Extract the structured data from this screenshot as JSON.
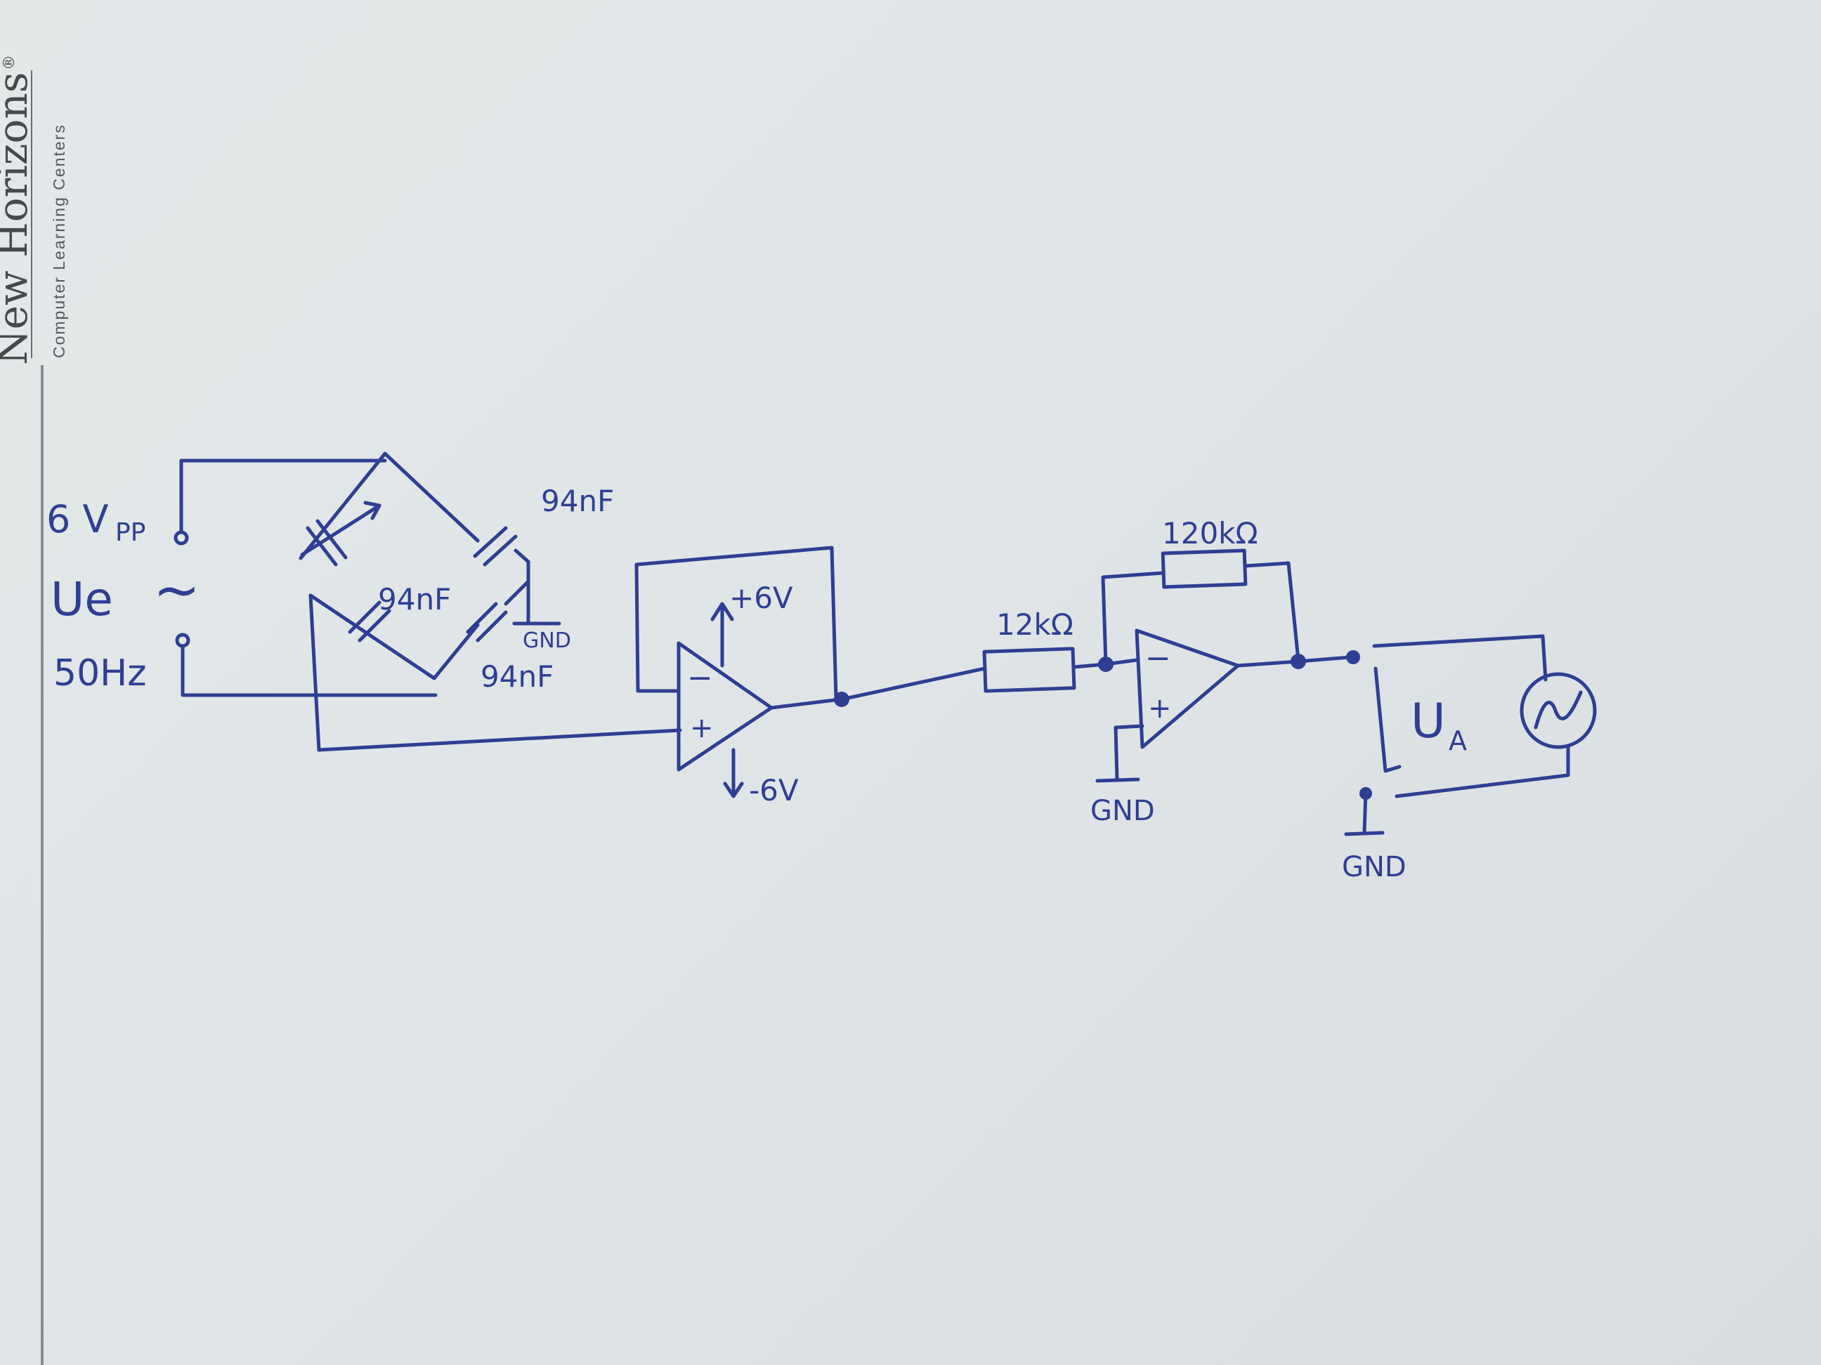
{
  "brand": {
    "name": "New Horizons",
    "registered": "®",
    "tagline": "Computer Learning Centers"
  },
  "schematic": {
    "source": {
      "amplitude": "6 V",
      "amplitude_sub": "PP",
      "name": "Ue",
      "wave": "~",
      "frequency": "50Hz"
    },
    "bridge": {
      "cap_top_right": "94nF",
      "cap_left_mid": "94nF",
      "cap_bottom_right": "94nF",
      "gnd": "GND"
    },
    "opamp1": {
      "plus_supply": "+6V",
      "minus_supply": "-6V",
      "inv": "−",
      "noninv": "+"
    },
    "opamp2": {
      "input_resistor": "12kΩ",
      "feedback_resistor": "120kΩ",
      "gnd": "GND",
      "inv": "−",
      "noninv": "+"
    },
    "output": {
      "label": "U",
      "label_sub": "A",
      "gnd": "GND"
    }
  }
}
